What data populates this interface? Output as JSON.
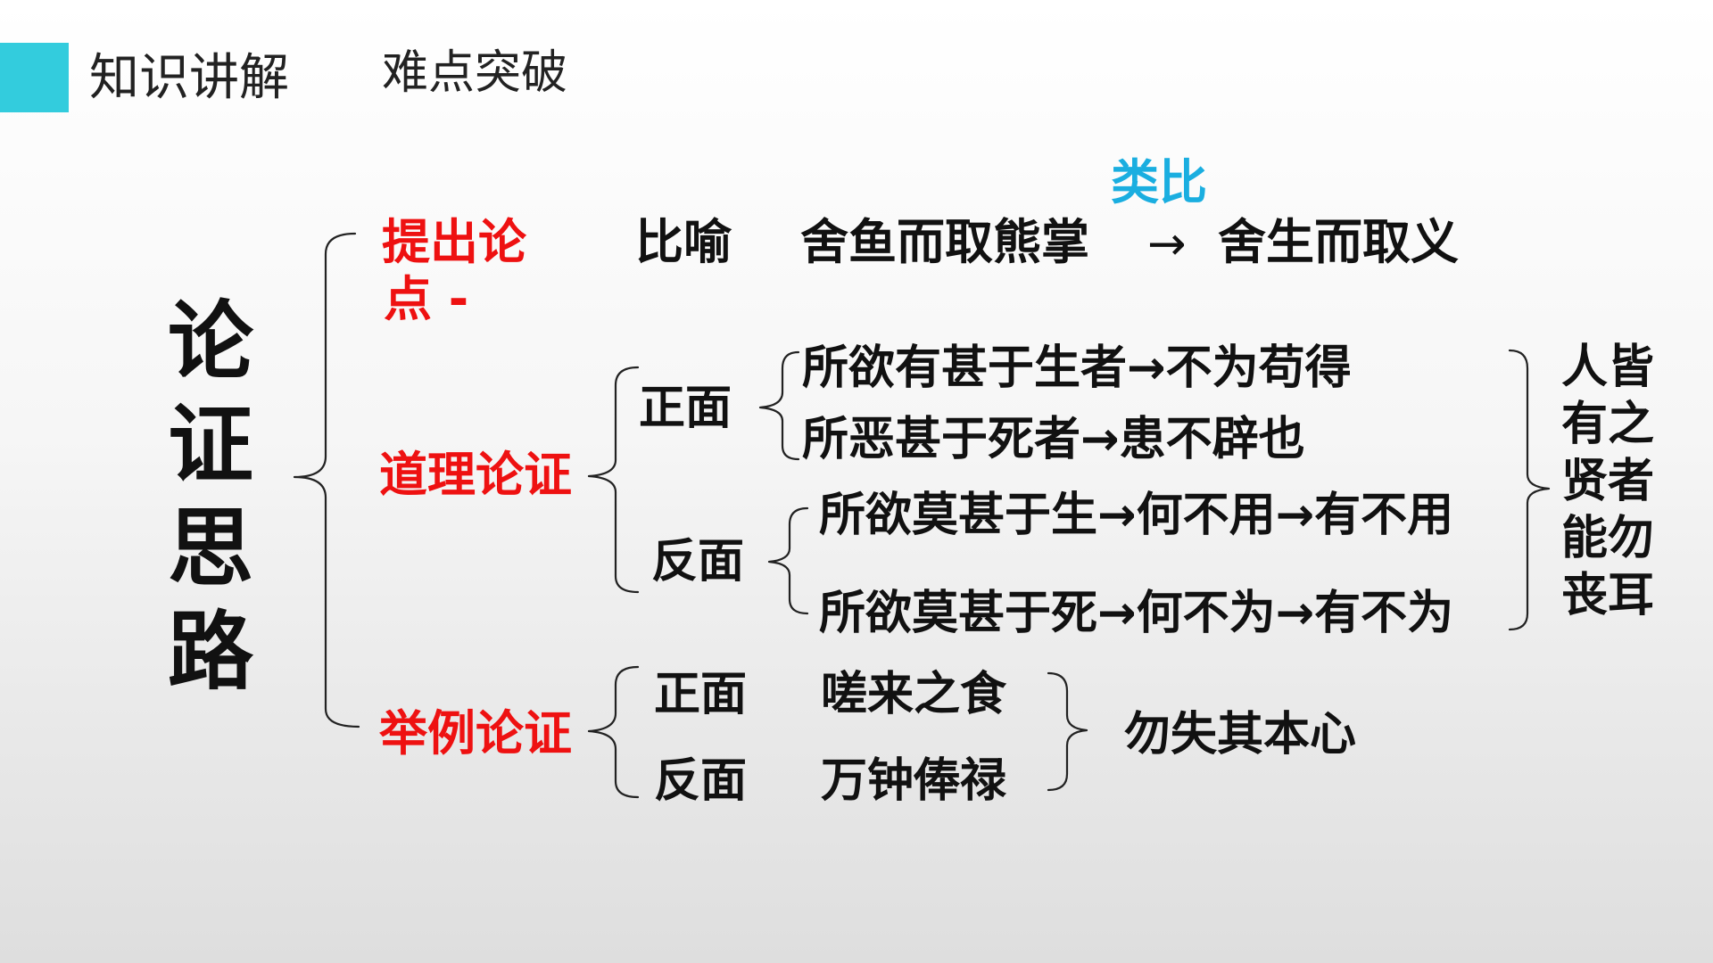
{
  "header": {
    "section": "知识讲解",
    "topic": "难点突破"
  },
  "colors": {
    "accent": "#33ccdd",
    "highlight_red": "#ee1111",
    "highlight_blue": "#1aaee0"
  },
  "diagram": {
    "root_chars": [
      "论",
      "证",
      "思",
      "路"
    ],
    "branch1": {
      "label_line1": "提出论",
      "label_line2": "点 -",
      "method": "比喻",
      "analogy_tag": "类比",
      "source": "舍鱼而取熊掌",
      "arrow": "→",
      "target": "舍生而取义"
    },
    "branch2": {
      "label": "道理论证",
      "positive": {
        "label": "正面",
        "lines": [
          "所欲有甚于生者→不为苟得",
          "所恶甚于死者→患不辟也"
        ]
      },
      "negative": {
        "label": "反面",
        "lines": [
          "所欲莫甚于生→何不用→有不用",
          "所欲莫甚于死→何不为→有不为"
        ]
      },
      "conclusion_chars": [
        "人皆",
        "有之",
        "贤者",
        "能勿",
        "丧耳"
      ]
    },
    "branch3": {
      "label": "举例论证",
      "positive": {
        "label": "正面",
        "example": "嗟来之食"
      },
      "negative": {
        "label": "反面",
        "example": "万钟俸禄"
      },
      "conclusion": "勿失其本心"
    }
  }
}
